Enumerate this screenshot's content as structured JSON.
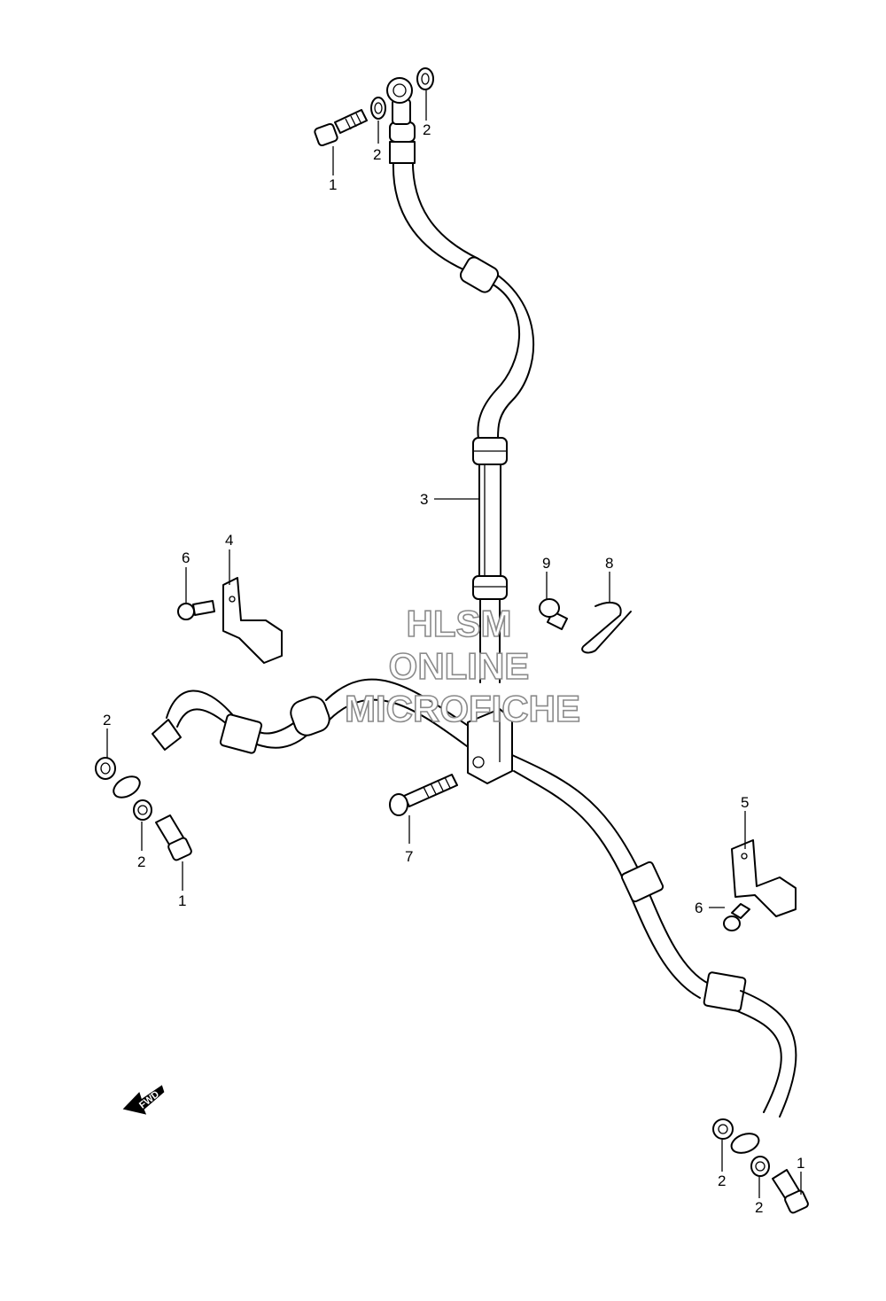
{
  "watermark": {
    "line1": "HLSM",
    "line2": "ONLINE",
    "line3": "MICROFICHE"
  },
  "fwd_arrow": {
    "label": "FWD"
  },
  "callouts": {
    "top_bolt": "1",
    "top_washer_left": "2",
    "top_washer_right": "2",
    "upper_hose": "3",
    "left_clamp": "4",
    "left_clamp_bolt": "6",
    "right_clamp": "5",
    "right_clamp_bolt": "6",
    "joint_bolt": "7",
    "clip": "8",
    "joint_small_bolt": "9",
    "left_washer_upper": "2",
    "left_washer_lower": "2",
    "left_bolt": "1",
    "right_washer_left": "2",
    "right_washer_lower": "2",
    "right_bolt": "1"
  }
}
